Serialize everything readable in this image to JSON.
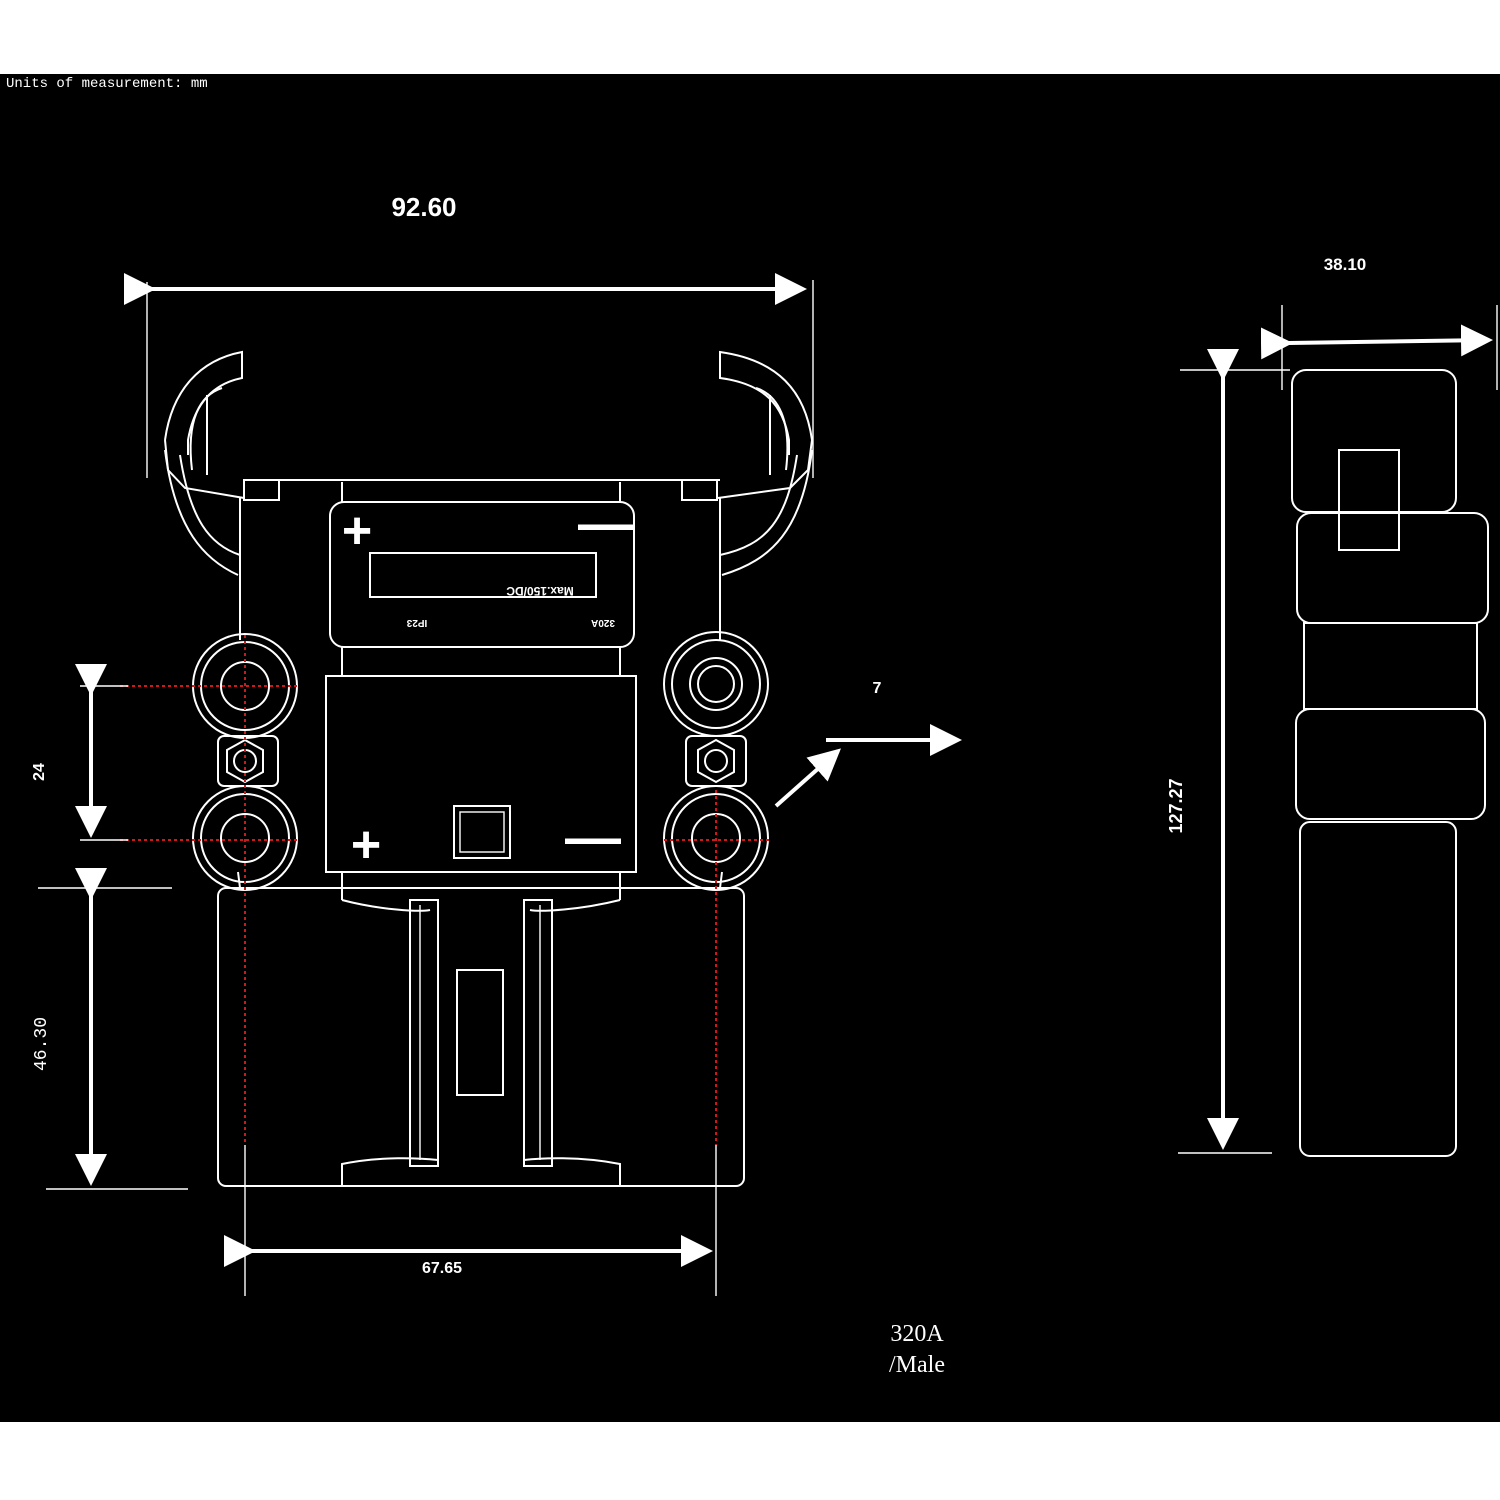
{
  "units_note": "Units of measurement:  mm",
  "dimensions": {
    "overall_width": "92.60",
    "side_depth": "38.10",
    "side_height": "127.27",
    "terminal_pitch": "24",
    "lower_housing_height": "46.30",
    "terminal_center_span": "67.65",
    "contact_offset": "7"
  },
  "face_label": {
    "plus": "+",
    "minus": "—",
    "max_rating": "Max.150/DC",
    "ip_rating": "IP23",
    "current": "320A"
  },
  "caption": {
    "line1": "320A",
    "line2": "/Male"
  },
  "colors": {
    "background": "#000000",
    "border_band": "#ffffff",
    "line": "#ffffff",
    "center_line": "#d01818"
  }
}
